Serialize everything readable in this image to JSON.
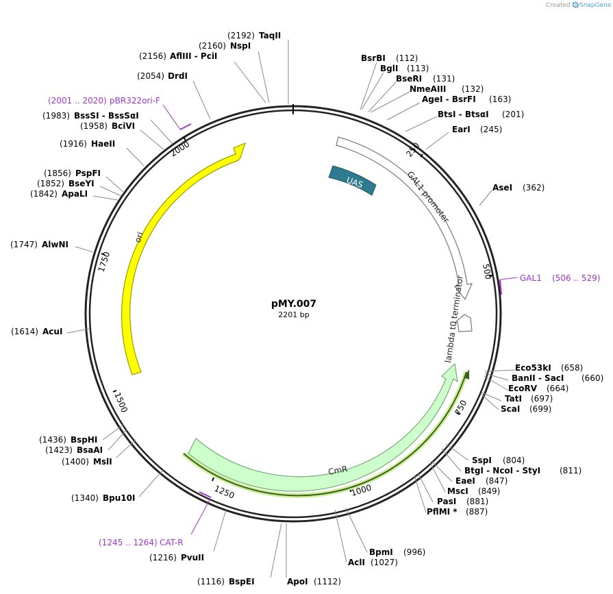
{
  "credit": {
    "created_by": "Created by",
    "brand": "SnapGene"
  },
  "plasmid": {
    "name": "pMY.007",
    "length_label": "2201 bp"
  },
  "ticks": [
    "250",
    "500",
    "750",
    "1000",
    "1250",
    "1500",
    "1750",
    "2000"
  ],
  "features": [
    {
      "name": "GAL1 promoter",
      "color": "#ffffff",
      "stroke": "#777777"
    },
    {
      "name": "UAS",
      "color": "#2f7a8e",
      "stroke": "#1f5563",
      "text_color": "#ffffff"
    },
    {
      "name": "lambda t0 terminator",
      "color": "#ffffff",
      "stroke": "#777777"
    },
    {
      "name": "CmR",
      "color": "#ccffcc",
      "stroke": "#77aa77"
    },
    {
      "name": "ori",
      "color": "#ffff00",
      "stroke": "#999900"
    }
  ],
  "primers": [
    {
      "range": "(2001 .. 2020)",
      "name": "pBR322ori-F",
      "color": "#a033cc"
    },
    {
      "range": "(506 .. 529)",
      "name": "GAL1",
      "color": "#a033cc"
    },
    {
      "range": "(1245 .. 1264)",
      "name": "CAT-R",
      "color": "#a033cc"
    }
  ],
  "sites": [
    {
      "pos": "(2192)",
      "name": "TaqII"
    },
    {
      "pos": "(2160)",
      "name": "NspI"
    },
    {
      "pos": "(2156)",
      "name": "AflIII  - PciI"
    },
    {
      "pos": "(2054)",
      "name": "DrdI"
    },
    {
      "pos": "(1983)",
      "name": "BssSI  - BssSαI"
    },
    {
      "pos": "(1958)",
      "name": "BciVI"
    },
    {
      "pos": "(1916)",
      "name": "HaeII"
    },
    {
      "pos": "(1856)",
      "name": "PspFI"
    },
    {
      "pos": "(1852)",
      "name": "BseYI"
    },
    {
      "pos": "(1842)",
      "name": "ApaLI"
    },
    {
      "pos": "(1747)",
      "name": "AlwNI"
    },
    {
      "pos": "(1614)",
      "name": "AcuI"
    },
    {
      "pos": "(1436)",
      "name": "BspHI"
    },
    {
      "pos": "(1423)",
      "name": "BsaAI"
    },
    {
      "pos": "(1400)",
      "name": "MslI"
    },
    {
      "pos": "(1340)",
      "name": "Bpu10I"
    },
    {
      "pos": "(1216)",
      "name": "PvuII"
    },
    {
      "pos": "(1116)",
      "name": "BspEI"
    },
    {
      "name": "BsrBI",
      "pos": "(112)"
    },
    {
      "name": "BglI",
      "pos": "(113)"
    },
    {
      "name": "BseRI",
      "pos": "(131)"
    },
    {
      "name": "NmeAIII",
      "pos": "(132)"
    },
    {
      "name": "AgeI  - BsrFI",
      "pos": "(163)"
    },
    {
      "name": "BtsI  - BtsαI",
      "pos": "(201)"
    },
    {
      "name": "EarI",
      "pos": "(245)"
    },
    {
      "name": "AseI",
      "pos": "(362)"
    },
    {
      "name": "Eco53kI",
      "pos": "(658)"
    },
    {
      "name": "BanII  - SacI",
      "pos": "(660)"
    },
    {
      "name": "EcoRV",
      "pos": "(664)"
    },
    {
      "name": "TatI",
      "pos": "(697)"
    },
    {
      "name": "ScaI",
      "pos": "(699)"
    },
    {
      "name": "SspI",
      "pos": "(804)"
    },
    {
      "name": "BtgI  - NcoI  - StyI",
      "pos": "(811)"
    },
    {
      "name": "EaeI",
      "pos": "(847)"
    },
    {
      "name": "MscI",
      "pos": "(849)"
    },
    {
      "name": "PasI",
      "pos": "(881)"
    },
    {
      "name": "PflMI *",
      "pos": "(887)"
    },
    {
      "name": "BpmI",
      "pos": "(996)"
    },
    {
      "name": "AclI",
      "pos": "(1027)"
    },
    {
      "name": "ApoI",
      "pos": "(1112)"
    }
  ]
}
